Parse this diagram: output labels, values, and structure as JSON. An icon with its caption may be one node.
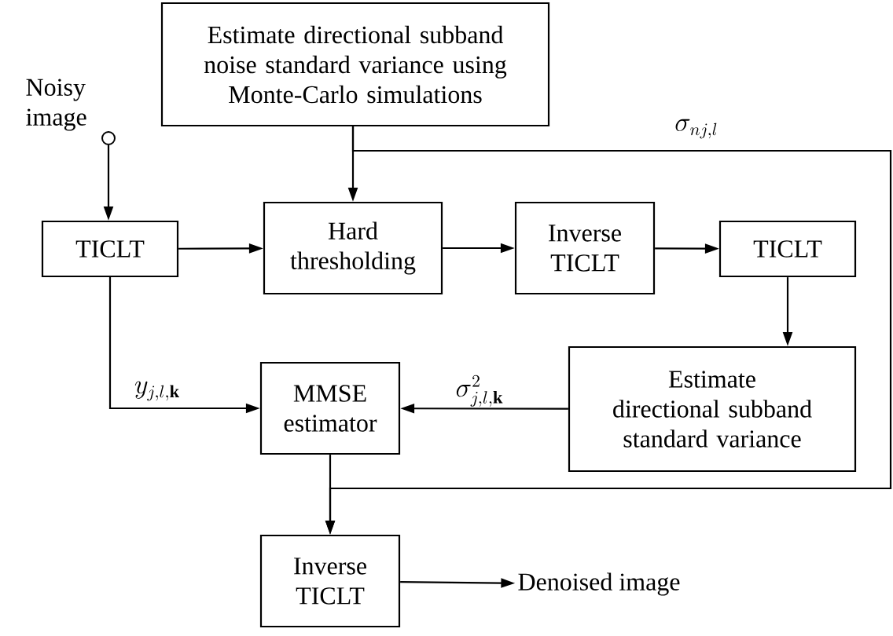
{
  "diagram": {
    "nodes": [
      {
        "text": [
          "Estimate directional subband noise standard variance using Monte-Carlo simulations"
        ]
      },
      {
        "text": [],
        "shape": "circle",
        "beside": [
          "Noisy image"
        ]
      },
      {
        "text": [
          "TICLT"
        ]
      },
      {
        "text": [
          "Hard thresholding"
        ]
      },
      {
        "text": [
          "Inverse TICLT"
        ]
      },
      {
        "text": [
          "TICLT"
        ]
      },
      {
        "text": [
          "Estimate directional subband standard variance"
        ]
      },
      {
        "text": [
          "MMSE estimator"
        ]
      },
      {
        "text": [
          "Inverse TICLT"
        ]
      },
      {
        "text": [
          "Denoised image"
        ]
      }
    ],
    "edges": [
      {
        "from": 0,
        "to": 3,
        "arrow": "to"
      },
      {
        "from": 0,
        "to": 8,
        "arrow": "to",
        "label": "\\sigma_{nj,l}"
      },
      {
        "from": 1,
        "to": 2,
        "arrow": "to"
      },
      {
        "from": 2,
        "to": 3,
        "arrow": "to"
      },
      {
        "from": 3,
        "to": 4,
        "arrow": "to"
      },
      {
        "from": 4,
        "to": 5,
        "arrow": "to"
      },
      {
        "from": 5,
        "to": 6,
        "arrow": "to"
      },
      {
        "from": 2,
        "to": 7,
        "arrow": "to",
        "label": "y_{j,l,\\mathbf{k}}"
      },
      {
        "from": 6,
        "to": 7,
        "arrow": "to",
        "label": "\\sigma^{2}_{j,l,\\mathbf{k}}"
      },
      {
        "from": 7,
        "to": 8,
        "arrow": "to"
      },
      {
        "from": 8,
        "to": 9,
        "arrow": "to"
      }
    ]
  }
}
